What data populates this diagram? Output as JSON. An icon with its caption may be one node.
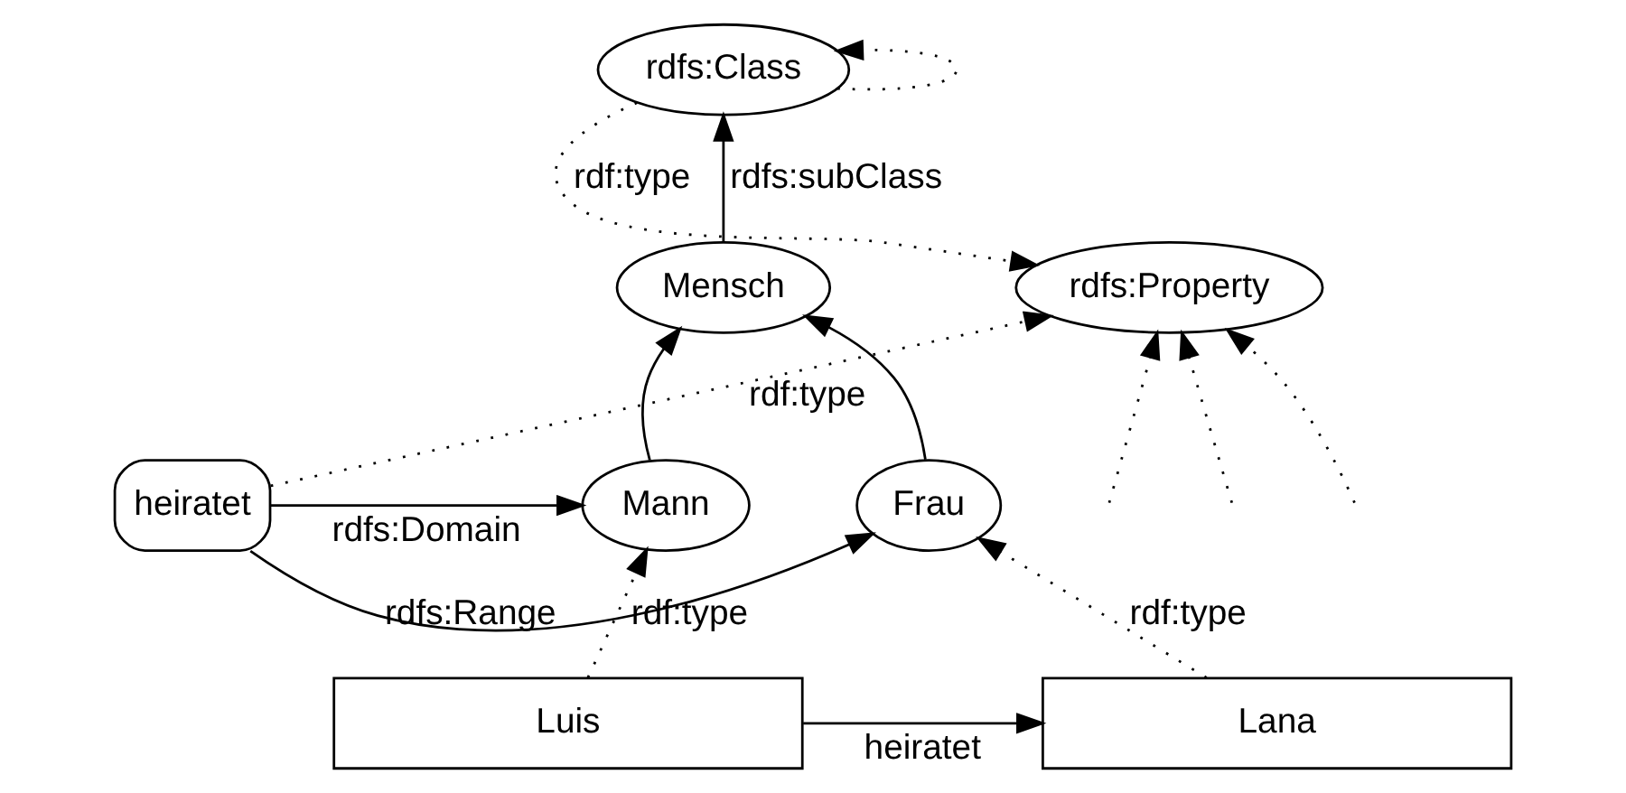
{
  "diagram": {
    "nodes": [
      {
        "text": [
          "rdfs:Class"
        ]
      },
      {
        "text": [
          "rdfs:Property"
        ]
      },
      {
        "text": [
          "Mensch"
        ]
      },
      {
        "text": [
          "Mann"
        ]
      },
      {
        "text": [
          "heiratet"
        ]
      },
      {
        "text": [
          "Frau"
        ]
      },
      {
        "text": [
          "Luis"
        ]
      },
      {
        "text": [
          "Lana"
        ]
      }
    ],
    "edges": [
      {
        "from": 2,
        "to": 0,
        "arrow": "to",
        "label": "rdfs:subClass"
      },
      {
        "from": 0,
        "to": 0,
        "arrow": "to",
        "style": "dashed"
      },
      {
        "from": 0,
        "to": 1,
        "arrow": "to",
        "style": "dashed",
        "label": "rdf:type"
      },
      {
        "from": null,
        "to": 1,
        "arrow": "to",
        "style": "dashed"
      },
      {
        "from": 3,
        "to": 2,
        "arrow": "to"
      },
      {
        "from": 5,
        "to": 2,
        "arrow": "to"
      },
      {
        "from": 4,
        "to": 3,
        "arrow": "to",
        "label": "rdfs:Domain"
      },
      {
        "from": 4,
        "to": 5,
        "arrow": "to",
        "label": "rdfs:Range"
      },
      {
        "from": null,
        "to": 1,
        "arrow": "to",
        "style": "dashed"
      },
      {
        "from": 4,
        "to": 1,
        "arrow": "to",
        "style": "dashed",
        "label": "rdf:type"
      },
      {
        "from": null,
        "to": 1,
        "arrow": "to",
        "style": "dashed"
      },
      {
        "from": 6,
        "to": 3,
        "arrow": "to",
        "style": "dashed",
        "label": "rdf:type"
      },
      {
        "from": 7,
        "to": 5,
        "arrow": "to",
        "style": "dashed",
        "label": "rdf:type"
      },
      {
        "from": 6,
        "to": 7,
        "arrow": "to",
        "label": "heiratet"
      }
    ]
  }
}
